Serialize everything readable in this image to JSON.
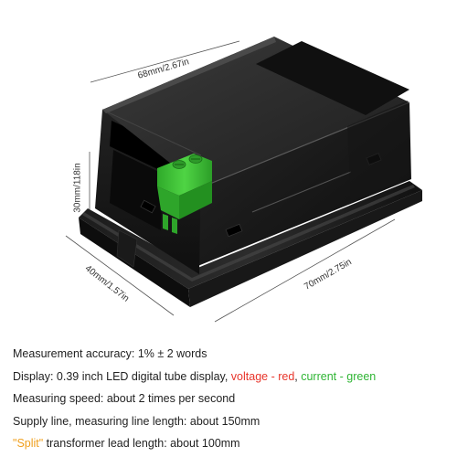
{
  "dimensions": {
    "top": "68mm/2.67in",
    "height": "30mm/118in",
    "depth": "40mm/1.57in",
    "length": "70mm/2.75in"
  },
  "specs": {
    "accuracy": "Measurement accuracy: 1% ± 2 words",
    "display_prefix": "Display: 0.39 inch LED digital tube display, ",
    "display_voltage": "voltage - red",
    "display_sep": ", ",
    "display_current": "current - green",
    "speed": "Measuring speed: about 2 times per second",
    "supply": "Supply line, measuring line length: about 150mm",
    "split_open": "\"",
    "split_word": "Split",
    "split_close": "\"",
    "split_rest": " transformer lead length: about 100mm"
  },
  "colors": {
    "voltage": "#e8352b",
    "current": "#2fb534",
    "split": "#f0a01e",
    "body": "#141414",
    "terminal": "#3fc23a"
  }
}
